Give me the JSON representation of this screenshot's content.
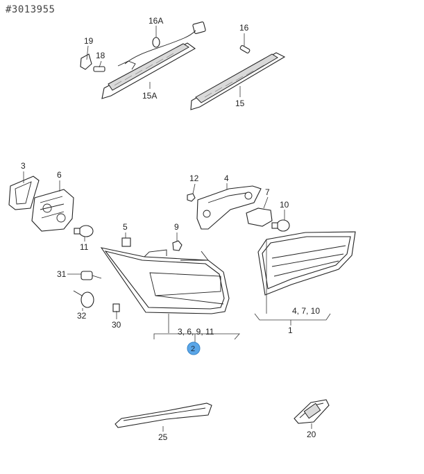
{
  "document_id": "#3013955",
  "accent_color": "#5aa6e8",
  "callouts": {
    "c19": "19",
    "c18": "18",
    "c16a": "16A",
    "c15a": "15A",
    "c16": "16",
    "c15": "15",
    "c3": "3",
    "c6": "6",
    "c11": "11",
    "c5": "5",
    "c9": "9",
    "c12": "12",
    "c4": "4",
    "c7": "7",
    "c10": "10",
    "c31": "31",
    "c32": "32",
    "c30": "30",
    "group_left": "3, 6, 9,  11",
    "c2": "2",
    "group_right": "4, 7, 10",
    "c1": "1",
    "c25": "25",
    "c20": "20"
  }
}
